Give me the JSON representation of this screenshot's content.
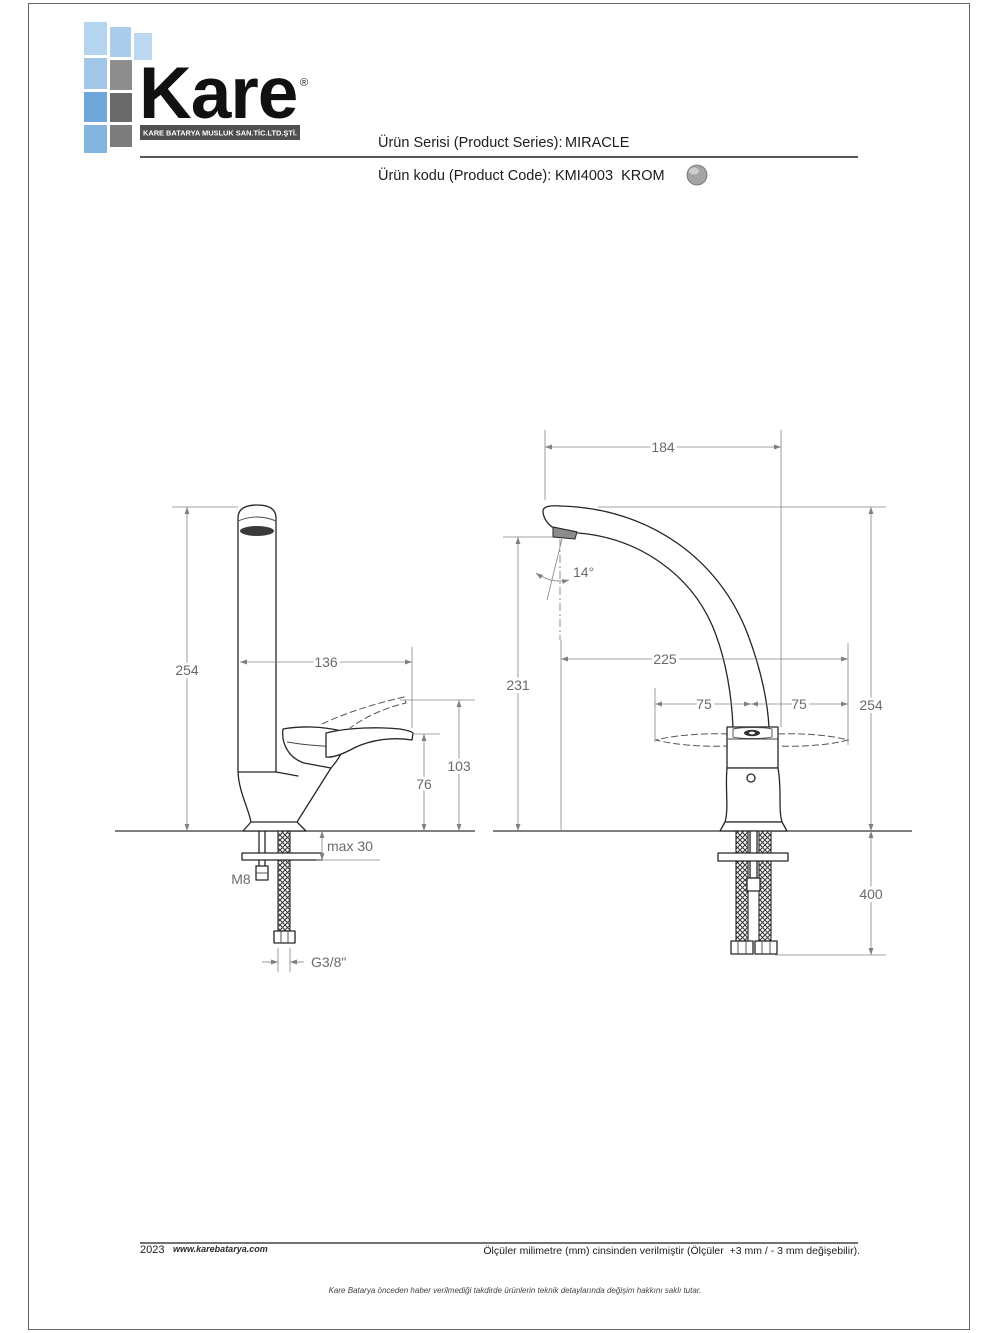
{
  "brand": {
    "name": "Kare",
    "registered_mark": "®",
    "company": "KARE BATARYA MUSLUK SAN.TİC.LTD.ŞTİ."
  },
  "product": {
    "series_label": "Ürün Serisi (Product Series):",
    "series": "MIRACLE",
    "code_label": "Ürün kodu (Product Code):",
    "code": "KMI4003  KROM",
    "finish_swatch_color": "#a4a4a4"
  },
  "drawing": {
    "side_view": {
      "total_height": "254",
      "spout_reach": "136",
      "lever_raised_height": "103",
      "lever_height": "76",
      "counter_thickness": "max 30",
      "bolt_thread": "M8",
      "hose_thread": "G3/8\""
    },
    "front_view": {
      "overall_width": "184",
      "spout_angle": "14°",
      "spout_height": "231",
      "lever_swing": "225",
      "lever_left": "75",
      "lever_right": "75",
      "total_height": "254",
      "hose_length": "400"
    }
  },
  "footer": {
    "year": "2023",
    "website": "www.karebatarya.com",
    "units_note": "Ölçüler milimetre (mm) cinsinden verilmiştir (Ölçüler  +3 mm / - 3 mm değişebilir).",
    "disclaimer": "Kare Batarya önceden haber verilmediği takdirde ürünlerin teknik detaylarında değişim hakkını saklı tutar."
  }
}
